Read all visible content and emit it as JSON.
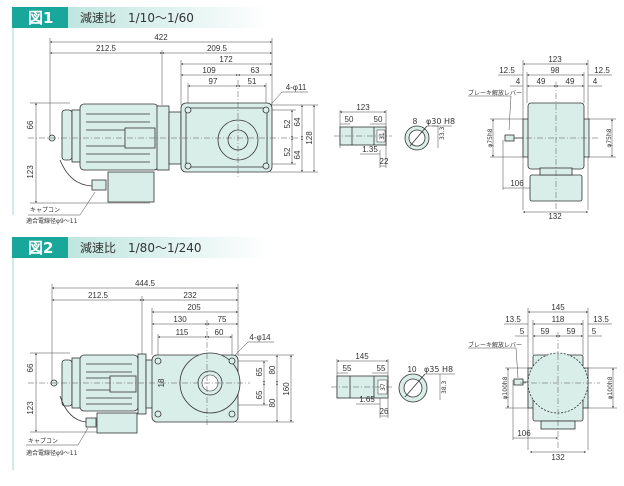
{
  "fig1": {
    "label": "図1",
    "title": "減速比　1/10～1/60",
    "side": {
      "overall": "422",
      "motor_len": "212.5",
      "gear_len": "209.5",
      "d172": "172",
      "d109": "109",
      "d63": "63",
      "d97": "97",
      "d51": "51",
      "holes": "4-φ11",
      "d52a": "52",
      "d52b": "52",
      "d64a": "64",
      "d64b": "64",
      "d128": "128",
      "d66": "66",
      "d123": "123",
      "connector": "キャプコン",
      "cable": "適合電線径φ9～11"
    },
    "shaft": {
      "len": "123",
      "l1": "50",
      "l2": "50",
      "groove": "1.35",
      "key_len": "22",
      "dia": "31",
      "key_w": "8",
      "bore": "φ30 H8",
      "depth": "33.3"
    },
    "end": {
      "width": "123",
      "m1": "12.5",
      "mid": "98",
      "m2": "12.5",
      "s1": "4",
      "h1": "49",
      "h2": "49",
      "s2": "4",
      "lever": "ブレーキ解放レバー",
      "pilot_l": "φ75h8",
      "pilot_r": "φ75h8",
      "d106": "106",
      "d132": "132"
    }
  },
  "fig2": {
    "label": "図2",
    "title": "減速比　1/80～1/240",
    "side": {
      "overall": "444.5",
      "motor_len": "212.5",
      "gear_len": "232",
      "d205": "205",
      "d130": "130",
      "d75": "75",
      "d115": "115",
      "d60": "60",
      "holes": "4-φ14",
      "d65a": "65",
      "d65b": "65",
      "d80a": "80",
      "d80b": "80",
      "d160": "160",
      "d18": "18",
      "d66": "66",
      "d123": "123",
      "connector": "キャプコン",
      "cable": "適合電線径φ9～11"
    },
    "shaft": {
      "len": "145",
      "l1": "55",
      "l2": "55",
      "groove": "1.65",
      "key_len": "26",
      "dia": "37",
      "key_w": "10",
      "bore": "φ35 H8",
      "depth": "38.3"
    },
    "end": {
      "width": "145",
      "m1": "13.5",
      "mid": "118",
      "m2": "13.5",
      "s1": "5",
      "h1": "59",
      "h2": "59",
      "s2": "5",
      "lever": "ブレーキ解放レバー",
      "pilot_l": "φ100h8",
      "pilot_r": "φ100h8",
      "d106": "106",
      "d132": "132"
    }
  },
  "colors": {
    "accent": "#1aa79b",
    "part_fill": "#d9ede9"
  }
}
